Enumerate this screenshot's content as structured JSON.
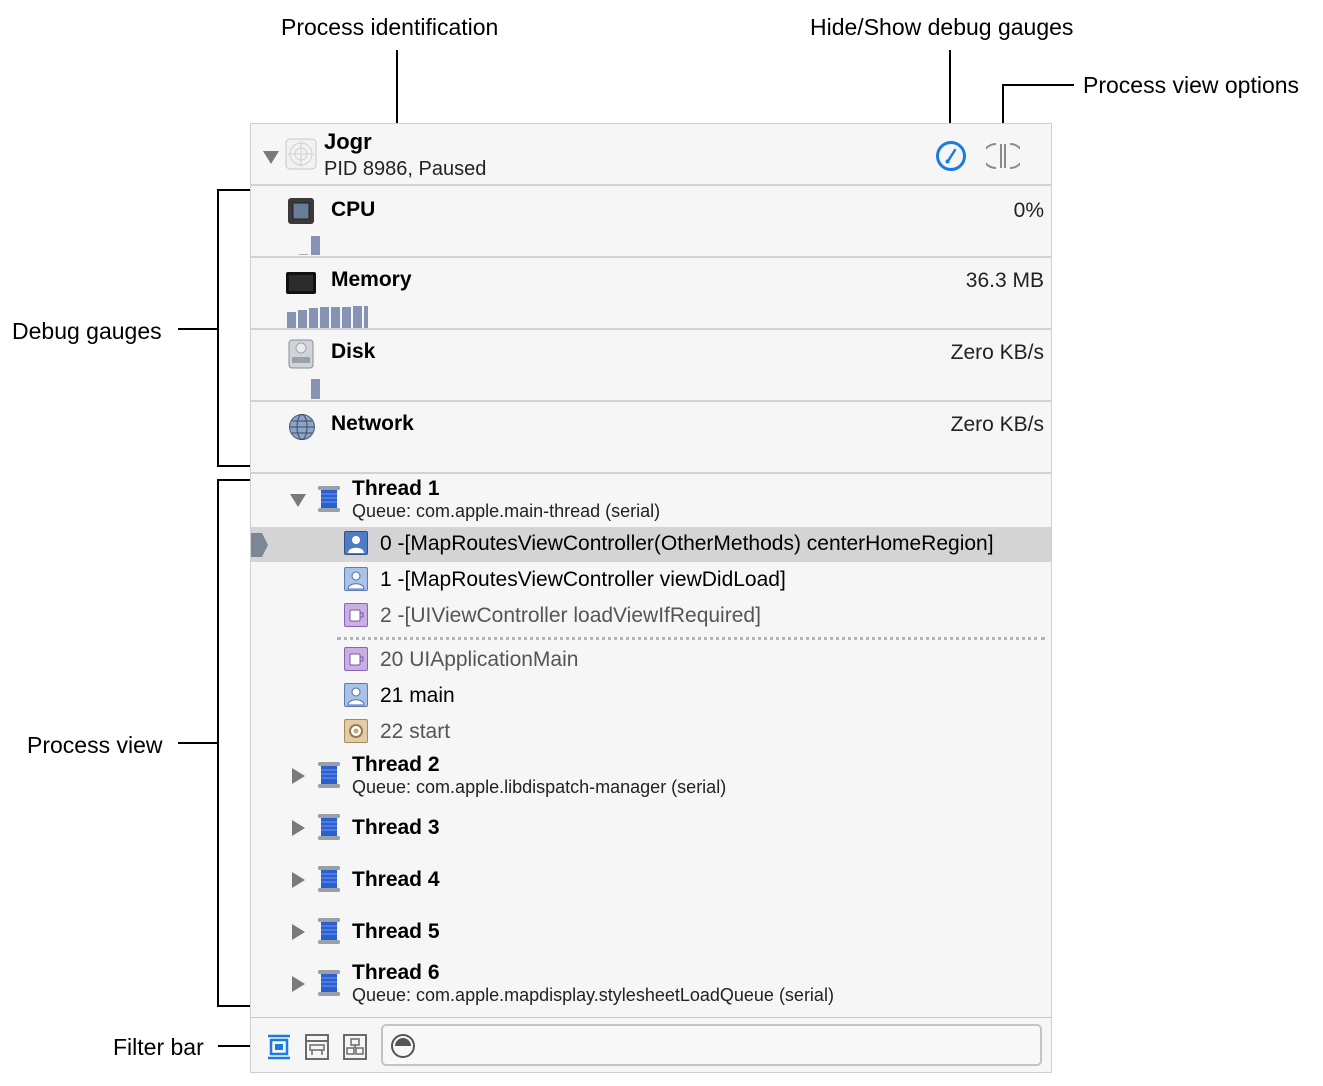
{
  "callouts": {
    "process_identification": "Process identification",
    "hide_show_gauges": "Hide/Show debug gauges",
    "process_view_options": "Process view options",
    "debug_gauges": "Debug gauges",
    "process_view": "Process view",
    "filter_bar": "Filter bar"
  },
  "process": {
    "name": "Jogr",
    "status": "PID 8986, Paused"
  },
  "gauges": {
    "cpu": {
      "label": "CPU",
      "value": "0%"
    },
    "memory": {
      "label": "Memory",
      "value": "36.3 MB"
    },
    "disk": {
      "label": "Disk",
      "value": "Zero KB/s"
    },
    "network": {
      "label": "Network",
      "value": "Zero KB/s"
    }
  },
  "threads": [
    {
      "name": "Thread 1",
      "queue": "Queue: com.apple.main-thread (serial)"
    },
    {
      "name": "Thread 2",
      "queue": "Queue: com.apple.libdispatch-manager (serial)"
    },
    {
      "name": "Thread 3",
      "queue": ""
    },
    {
      "name": "Thread 4",
      "queue": ""
    },
    {
      "name": "Thread 5",
      "queue": ""
    },
    {
      "name": "Thread 6",
      "queue": "Queue: com.apple.mapdisplay.stylesheetLoadQueue (serial)"
    }
  ],
  "frames": [
    "0 -[MapRoutesViewController(OtherMethods) centerHomeRegion]",
    "1 -[MapRoutesViewController viewDidLoad]",
    "2 -[UIViewController loadViewIfRequired]",
    "20 UIApplicationMain",
    "21 main",
    "22 start"
  ],
  "colors": {
    "accent": "#1a7be0",
    "gauge_bar": "#8793b4",
    "selected_row": "#d4d4d4"
  }
}
